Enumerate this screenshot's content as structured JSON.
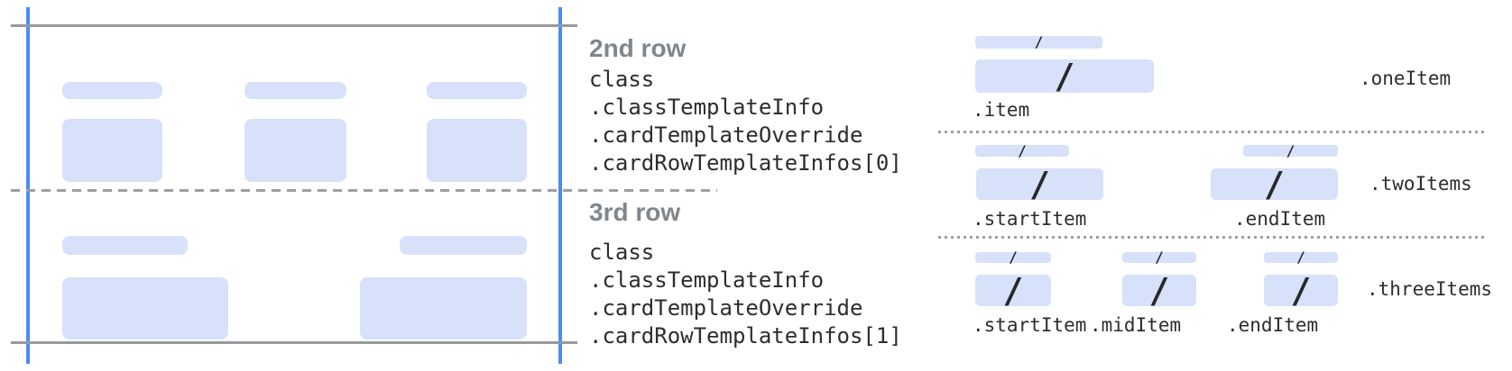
{
  "glyphs": {
    "slash": "/"
  },
  "colors": {
    "bar_fill": "#d7e1f9",
    "edge_line_blue": "#4c8bf5",
    "rule_gray": "#97999c",
    "dash_gray": "#9aa0a6",
    "heading_gray": "#7f868c",
    "code_text": "#2b2e31"
  },
  "middle_column": {
    "sections": [
      {
        "heading": "2nd row",
        "code_lines": [
          "class",
          ".classTemplateInfo",
          ".cardTemplateOverride",
          ".cardRowTemplateInfos[0]"
        ]
      },
      {
        "heading": "3rd row",
        "code_lines": [
          "class",
          ".classTemplateInfo",
          ".cardTemplateOverride",
          ".cardRowTemplateInfos[1]"
        ]
      }
    ]
  },
  "right_panel": {
    "sections": [
      {
        "variant_label": ".oneItem",
        "item_labels": [
          ".item"
        ]
      },
      {
        "variant_label": ".twoItems",
        "item_labels": [
          ".startItem",
          ".endItem"
        ]
      },
      {
        "variant_label": ".threeItems",
        "item_labels": [
          ".startItem",
          ".midItem",
          ".endItem"
        ]
      }
    ]
  }
}
